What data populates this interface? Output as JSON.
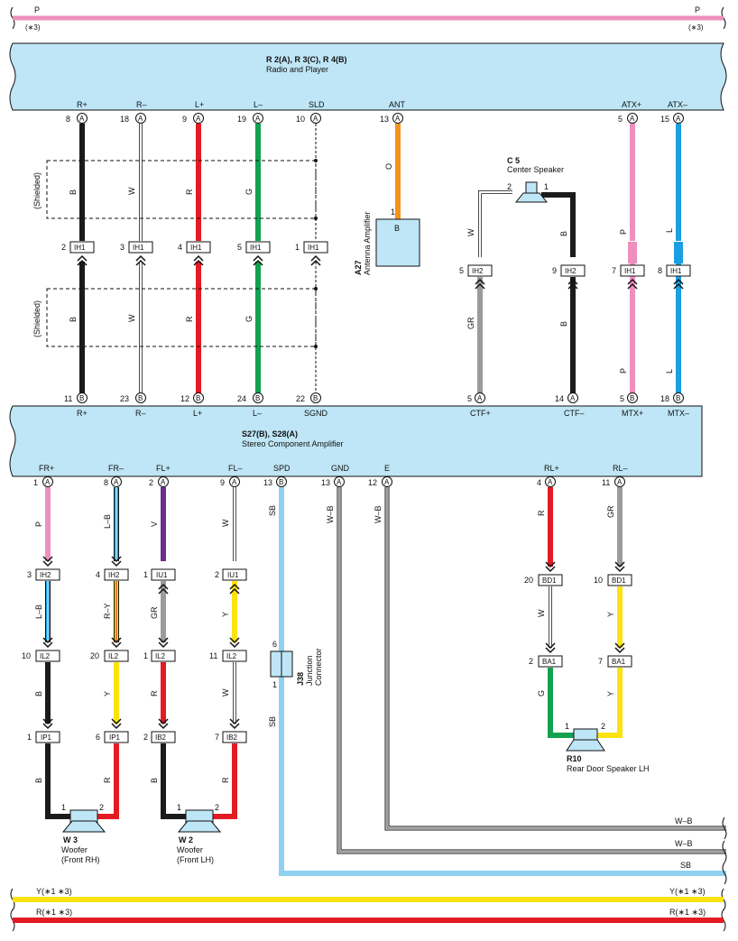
{
  "colors": {
    "box_fill": "#bfe6f6",
    "B": "#1b1b1b",
    "W": "#ffffff",
    "R": "#e31b23",
    "G": "#12a150",
    "O": "#f5921e",
    "P": "#ee8fbd",
    "L": "#1a9fe0",
    "GR": "#9b9b9b",
    "Y": "#fbe30f",
    "V": "#6b2d91",
    "SB": "#8fd1f0",
    "L-B_stripe": "#1a9fe0",
    "R-Y_stripe": "#e31b23"
  },
  "top_bus": {
    "label_left": "P",
    "label_right": "P",
    "ref_left": "(∗3)",
    "ref_right": "(∗3)"
  },
  "radio": {
    "ref": "R 2(A), R 3(C), R 4(B)",
    "name": "Radio and Player"
  },
  "amp": {
    "ref": "S27(B), S28(A)",
    "name": "Stereo Component Amplifier"
  },
  "radio_pins": [
    {
      "name": "R+",
      "pin": "8",
      "conn": "A"
    },
    {
      "name": "R–",
      "pin": "18",
      "conn": "A"
    },
    {
      "name": "L+",
      "pin": "9",
      "conn": "A"
    },
    {
      "name": "L–",
      "pin": "19",
      "conn": "A"
    },
    {
      "name": "SLD",
      "pin": "10",
      "conn": "A"
    },
    {
      "name": "ANT",
      "pin": "13",
      "conn": "A"
    },
    {
      "name": "ATX+",
      "pin": "5",
      "conn": "A"
    },
    {
      "name": "ATX–",
      "pin": "15",
      "conn": "A"
    }
  ],
  "amp_top_pins": [
    {
      "name": "R+",
      "pin": "11",
      "conn": "B"
    },
    {
      "name": "R–",
      "pin": "23",
      "conn": "B"
    },
    {
      "name": "L+",
      "pin": "12",
      "conn": "B"
    },
    {
      "name": "L–",
      "pin": "24",
      "conn": "B"
    },
    {
      "name": "SGND",
      "pin": "22",
      "conn": "B"
    },
    {
      "name": "CTF+",
      "pin": "5",
      "conn": "A"
    },
    {
      "name": "CTF–",
      "pin": "14",
      "conn": "A"
    },
    {
      "name": "MTX+",
      "pin": "5",
      "conn": "B"
    },
    {
      "name": "MTX–",
      "pin": "18",
      "conn": "B"
    }
  ],
  "amp_bottom_pins": [
    {
      "name": "FR+",
      "pin": "1",
      "conn": "A"
    },
    {
      "name": "FR–",
      "pin": "8",
      "conn": "A"
    },
    {
      "name": "FL+",
      "pin": "2",
      "conn": "A"
    },
    {
      "name": "FL–",
      "pin": "9",
      "conn": "A"
    },
    {
      "name": "SPD",
      "pin": "13",
      "conn": "B"
    },
    {
      "name": "GND",
      "pin": "13",
      "conn": "A"
    },
    {
      "name": "E",
      "pin": "12",
      "conn": "A"
    },
    {
      "name": "RL+",
      "pin": "4",
      "conn": "A"
    },
    {
      "name": "RL–",
      "pin": "11",
      "conn": "A"
    }
  ],
  "shielded": "(Shielded)",
  "wire_colors_upper": [
    "B",
    "W",
    "R",
    "G",
    "B",
    "W",
    "R",
    "G"
  ],
  "ih1_connectors": [
    {
      "pin": "2",
      "name": "IH1"
    },
    {
      "pin": "3",
      "name": "IH1"
    },
    {
      "pin": "4",
      "name": "IH1"
    },
    {
      "pin": "5",
      "name": "IH1"
    },
    {
      "pin": "1",
      "name": "IH1"
    },
    {
      "pin": "7",
      "name": "IH1"
    },
    {
      "pin": "8",
      "name": "IH1"
    }
  ],
  "ih2_upper": [
    {
      "pin": "5",
      "name": "IH2"
    },
    {
      "pin": "9",
      "name": "IH2"
    }
  ],
  "antenna": {
    "ref": "A27",
    "name": "Antenna Amplifier",
    "wire": "O",
    "pin": "1",
    "terminal": "B"
  },
  "center_speaker": {
    "ref": "C 5",
    "name": "Center Speaker",
    "pin_left": "2",
    "pin_right": "1",
    "wires": [
      "W",
      "B",
      "GR",
      "B"
    ]
  },
  "atx_wires": [
    "P",
    "L",
    "P",
    "L"
  ],
  "front_right": {
    "wires": [
      "P",
      "L–B",
      "L–B",
      "R–Y",
      "B",
      "Y",
      "B",
      "R"
    ],
    "conn1": [
      {
        "pin": "3",
        "name": "IH2"
      },
      {
        "pin": "4",
        "name": "IH2"
      }
    ],
    "conn2": [
      {
        "pin": "10",
        "name": "IL2"
      },
      {
        "pin": "20",
        "name": "IL2"
      }
    ],
    "conn3": [
      {
        "pin": "1",
        "name": "IP1"
      },
      {
        "pin": "6",
        "name": "IP1"
      }
    ],
    "speaker_pins": [
      "1",
      "2"
    ],
    "ref": "W 3",
    "name1": "Woofer",
    "name2": "(Front RH)"
  },
  "front_left": {
    "wires": [
      "V",
      "W",
      "GR",
      "Y",
      "R",
      "W",
      "B",
      "R"
    ],
    "conn1": [
      {
        "pin": "1",
        "name": "IU1"
      },
      {
        "pin": "2",
        "name": "IU1"
      }
    ],
    "conn2": [
      {
        "pin": "1",
        "name": "IL2"
      },
      {
        "pin": "11",
        "name": "IL2"
      }
    ],
    "conn3": [
      {
        "pin": "2",
        "name": "IB2"
      },
      {
        "pin": "7",
        "name": "IB2"
      }
    ],
    "speaker_pins": [
      "1",
      "2"
    ],
    "ref": "W 2",
    "name1": "Woofer",
    "name2": "(Front LH)"
  },
  "junction": {
    "ref": "J38",
    "name1": "Junction",
    "name2": "Connector",
    "pin_top": "6",
    "pin_bottom": "1",
    "wire_top": "SB",
    "wire_bottom": "SB"
  },
  "ground_wires": [
    "W–B",
    "W–B"
  ],
  "rear_left": {
    "wires": [
      "R",
      "GR",
      "W",
      "Y",
      "G",
      "Y"
    ],
    "conn1": [
      {
        "pin": "20",
        "name": "BD1"
      },
      {
        "pin": "10",
        "name": "BD1"
      }
    ],
    "conn2": [
      {
        "pin": "2",
        "name": "BA1"
      },
      {
        "pin": "7",
        "name": "BA1"
      }
    ],
    "speaker_pins": [
      "1",
      "2"
    ],
    "ref": "R10",
    "name": "Rear Door Speaker LH"
  },
  "right_exits": [
    "W–B",
    "W–B",
    "SB"
  ],
  "bottom_bus": [
    {
      "label_left": "Y(∗1 ∗3)",
      "label_right": "Y(∗1 ∗3)",
      "color": "Y"
    },
    {
      "label_left": "R(∗1 ∗3)",
      "label_right": "R(∗1 ∗3)",
      "color": "R"
    }
  ]
}
